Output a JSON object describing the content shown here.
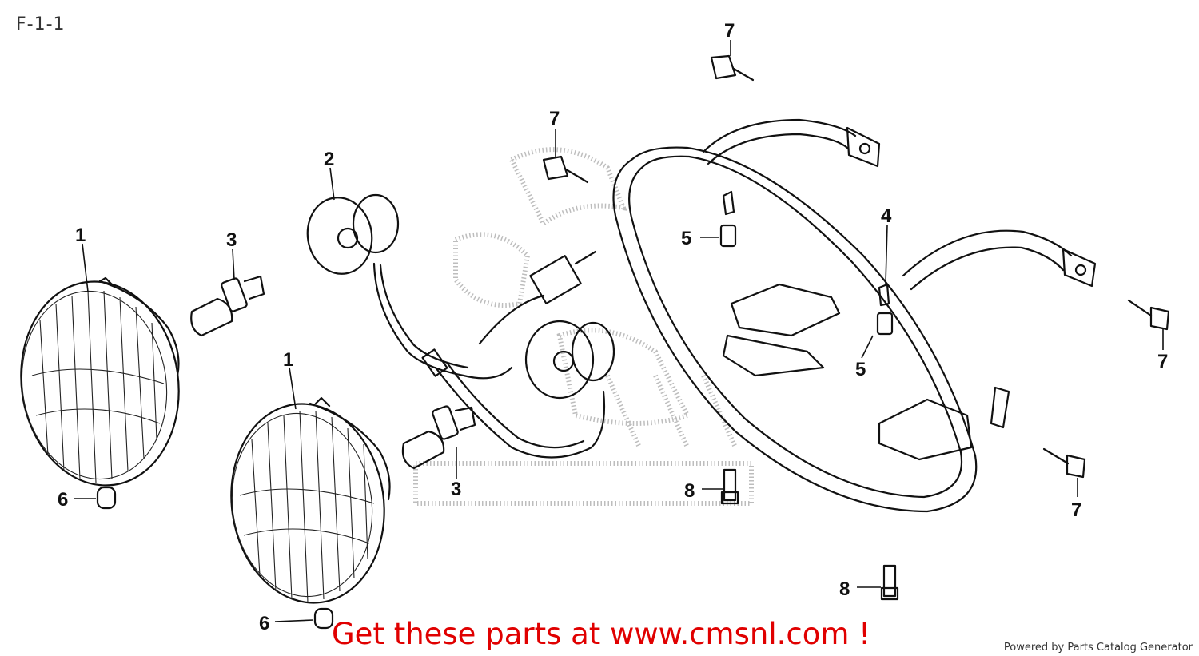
{
  "diagram": {
    "code": "F-1-1",
    "callouts": [
      "1",
      "1",
      "2",
      "3",
      "3",
      "4",
      "5",
      "5",
      "6",
      "6",
      "7",
      "7",
      "7",
      "7",
      "8",
      "8"
    ]
  },
  "footer": {
    "promo": "Get these parts at www.cmsnl.com !",
    "powered_by": "Powered by Parts Catalog Generator",
    "promo_color": "#e00000"
  }
}
